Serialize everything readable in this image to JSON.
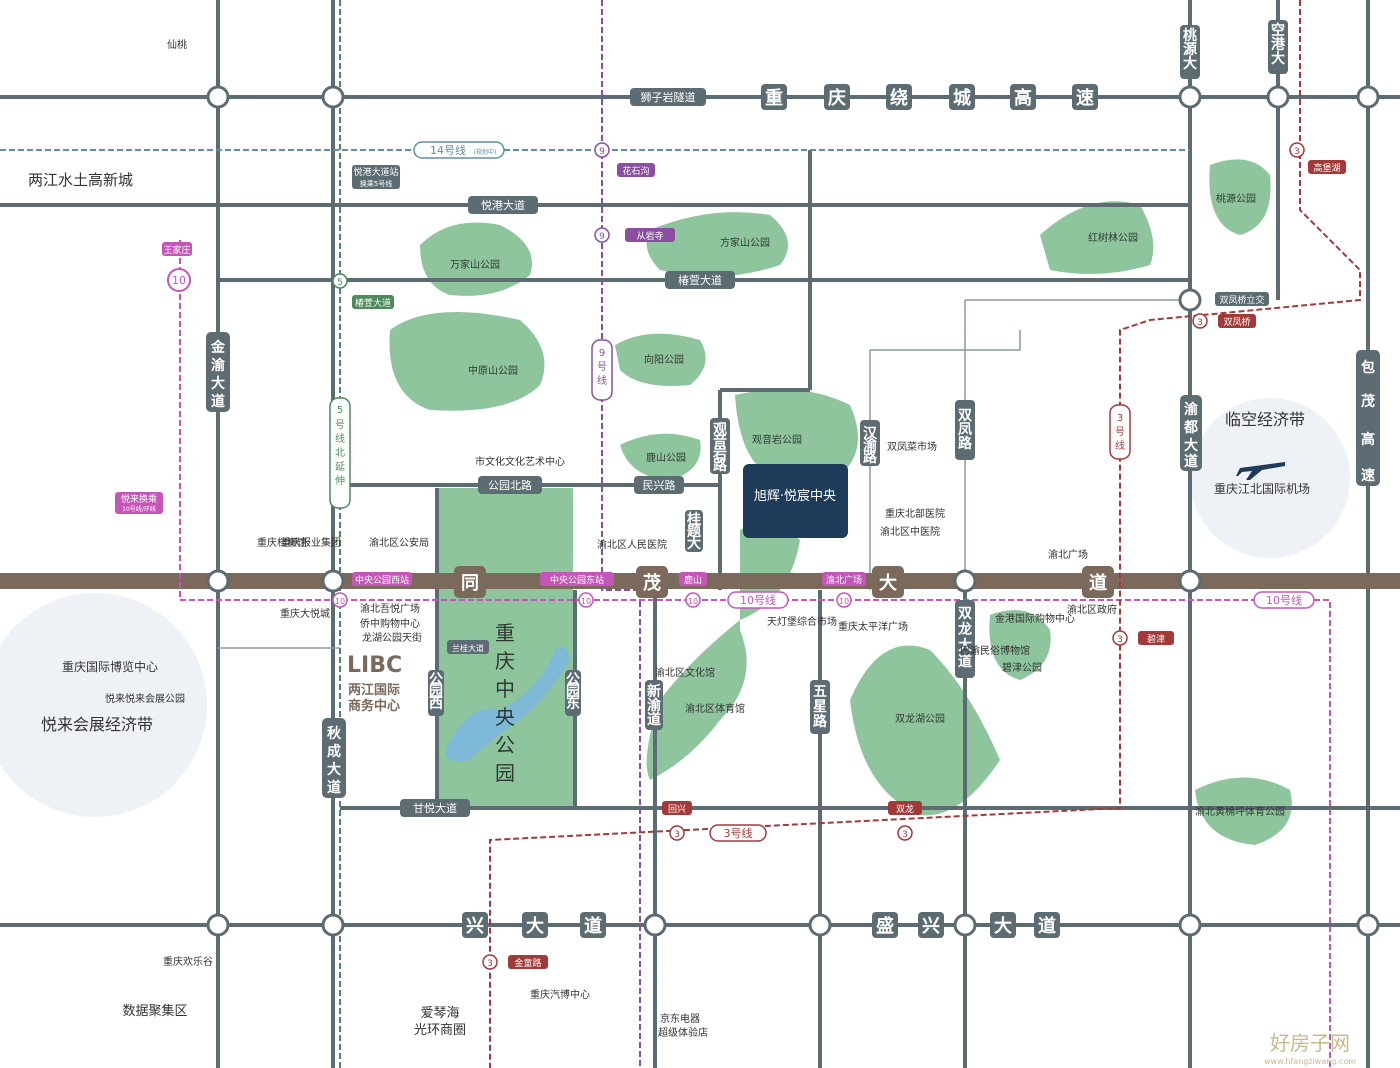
{
  "colors": {
    "road": "#5d6b73",
    "main_road": "#7b6a5c",
    "park": "#8fc59d",
    "park_dark": "#6aa47c",
    "line3": "#a33a3a",
    "line5": "#4f8a5b",
    "line9": "#8a4fa0",
    "line10": "#c456b8",
    "line14": "#5e8fa5",
    "project": "#1f3b5a"
  },
  "expressway": {
    "chars": [
      "重",
      "庆",
      "绕",
      "城",
      "高",
      "速"
    ]
  },
  "tongmao": {
    "chars": [
      "同",
      "茂",
      "大",
      "道"
    ]
  },
  "shengxing": {
    "chars": [
      "兴",
      "大",
      "道",
      "盛",
      "兴",
      "大",
      "道"
    ]
  },
  "roads": {
    "yuegang": "悦港大道",
    "chunying": "椿萱大道",
    "gongyuan_north": "公园北路",
    "minxing": "民兴路",
    "ganyue": "甘悦大道",
    "shizi_tunnel": "狮子岩隧道",
    "lanzhu": "兰桂大道",
    "guanyinyan_rd": "观音岩路",
    "taoyuan": "桃源大道",
    "konggang": "空港大道",
    "yudu": "渝都大道",
    "baomao": "包茂高速",
    "qiucheng": "秋成大道",
    "jingui": "金渝大道",
    "hanyu": "汉渝路",
    "shuangfeng": "双凤路",
    "shuanglong": "双龙大道",
    "wuxing": "五星路",
    "gongyuan_west": "公园西路",
    "gongyuan_east": "公园东路",
    "guiti": "桂题大道",
    "xinyu": "新渝大道"
  },
  "areas": {
    "liangjiang": "两江水土高新城",
    "lingkong": "临空经济带",
    "airport": "重庆江北国际机场",
    "yuelai_belt": "悦来会展经济带",
    "expo": "重庆国际博览中心",
    "yuelai_park": "悦来悦来会展公园",
    "libc": "LIBC",
    "libc_name1": "两江国际",
    "libc_name2": "商务中心",
    "central_park": [
      "重",
      "庆",
      "中",
      "央",
      "公",
      "园"
    ],
    "aiqinhai1": "爱琴海",
    "aiqinhai2": "光环商圈",
    "huanlegu": "重庆欢乐谷",
    "xiantao": "仙桃",
    "shuju": "数据聚集区"
  },
  "parks": {
    "wanjiashan": "万家山公园",
    "zhongyuanshan": "中原山公园",
    "fangjiashan": "方家山公园",
    "xiangyang": "向阳公园",
    "lushan": "鹿山公园",
    "guanyinyan": "观音岩公园",
    "hongshulin": "红树林公园",
    "taoyuan_park": "桃源公园",
    "shuanglonghu": "双龙湖公园",
    "bijin": "碧津公园",
    "huangjiaping": "渝北黄桷坪体育公园"
  },
  "metro": {
    "line14": "14号线",
    "line14_sub": "(规划中)",
    "line10": "10号线",
    "line3": "3号线",
    "line5": "5号线北延伸",
    "line9": "9号线",
    "line10_west": "10",
    "line3_num": "3",
    "line5_num": "5",
    "line9_num": "9"
  },
  "stations": {
    "wangjiazhuang": "王家庄",
    "yuelai_transfer": "悦来换乘",
    "yuelai_transfer_sub": "10号线/环线",
    "yuegang_station": "悦港大道站",
    "yuegang_sub": "换乘5号线",
    "huashigou": "花石沟",
    "congyansi": "从岩寺",
    "chunying_station": "椿萱大道",
    "zhongyang_west": "中央公园西站",
    "zhongyang_east": "中央公园东站",
    "lushan_st": "鹿山",
    "yubei_square": "渝北广场",
    "gaobao_lake": "高堡湖",
    "shuangfeng_bridge": "双凤桥",
    "shuangfeng_interchange": "双凤桥立交",
    "bijin_st": "碧津",
    "huixing": "回兴",
    "shuanglong_st": "双龙",
    "jintong": "金童路"
  },
  "pois": {
    "archive": "重庆档案馆",
    "newspaper": "重庆报业集团",
    "police": "渝北区公安局",
    "culture": "市文化文化艺术中心",
    "people_hospital": "渝北区人民医院",
    "dayue": "重庆大悦城",
    "yuebei_mall": "渝北吾悦广场",
    "qiaoshopping": "侨中购物中心",
    "longhu": "龙湖公园天街",
    "yuebei_hospital": "重庆北部医院",
    "tcm_hospital": "渝北区中医院",
    "shuangfeng_market": "双凤菜市场",
    "yubei_gov": "渝北区政府",
    "yubei_sq_poi": "渝北广场",
    "taiping": "重庆太平洋广场",
    "taiping2": "重庆太平洋广",
    "tiandeng": "天灯堡综合市场",
    "bayu_museum": "巴渝民俗博物馆",
    "jintou_mall": "金港国际购物中心",
    "yubei_sports": "渝北区体育馆",
    "yubei_culture": "渝北区文化馆",
    "auto": "重庆汽博中心",
    "jd": "京东电器",
    "jd2": "超级体验店",
    "project": "旭辉·悦宸中央"
  },
  "watermark": {
    "brand": "好房子网",
    "url": "www.hfangziwang.com"
  }
}
